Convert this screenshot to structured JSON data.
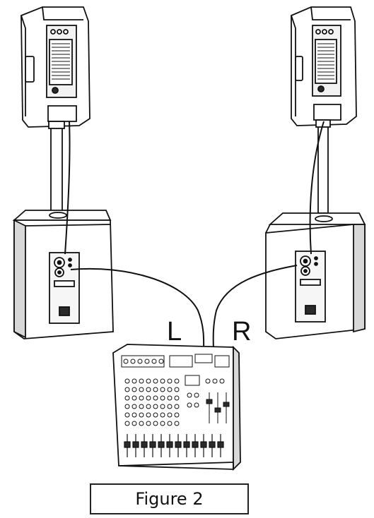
{
  "diagram": {
    "labels": {
      "left_channel": "L",
      "right_channel": "R"
    },
    "caption": "Figure 2",
    "colors": {
      "line": "#111111",
      "fill": "#ffffff",
      "shade": "#d8d8d8",
      "dark": "#2a2a2a"
    }
  }
}
